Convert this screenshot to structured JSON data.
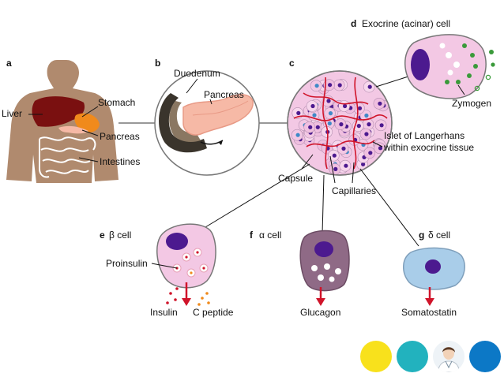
{
  "panels": {
    "a": "a",
    "b": "b",
    "c": "c",
    "d": "d",
    "e": "e",
    "f": "f",
    "g": "g"
  },
  "labels": {
    "liver": "Liver",
    "stomach": "Stomach",
    "pancreas_a": "Pancreas",
    "intestines": "Intestines",
    "duodenum": "Duodenum",
    "pancreas_b": "Pancreas",
    "exocrine_cell": "Exocrine (acinar) cell",
    "zymogen": "Zymogen",
    "islet_line1": "Islet of Langerhans",
    "islet_line2": "within exocrine tissue",
    "capsule": "Capsule",
    "capillaries": "Capillaries",
    "beta_cell": "β cell",
    "proinsulin": "Proinsulin",
    "insulin": "Insulin",
    "c_peptide": "C peptide",
    "alpha_cell": "α cell",
    "glucagon": "Glucagon",
    "delta_cell": "δ cell",
    "somatostatin": "Somatostatin"
  },
  "colors": {
    "skin": "#b08a6e",
    "liver": "#7a1010",
    "stomach": "#f08a1c",
    "pancreas": "#f6b9a6",
    "cell_pink": "#f3c8e4",
    "nucleus": "#4c1a8f",
    "capillary": "#d0142a",
    "zymogen": "#3a9a3a",
    "alpha_cell": "#8f6a86",
    "delta_cell": "#a9cde9",
    "dot_yellow": "#f8e11c",
    "dot_teal": "#22b2be",
    "dot_blue": "#0c78c6"
  },
  "decor": [
    "yellow-dot",
    "teal-dot",
    "doctor-avatar",
    "blue-dot"
  ]
}
